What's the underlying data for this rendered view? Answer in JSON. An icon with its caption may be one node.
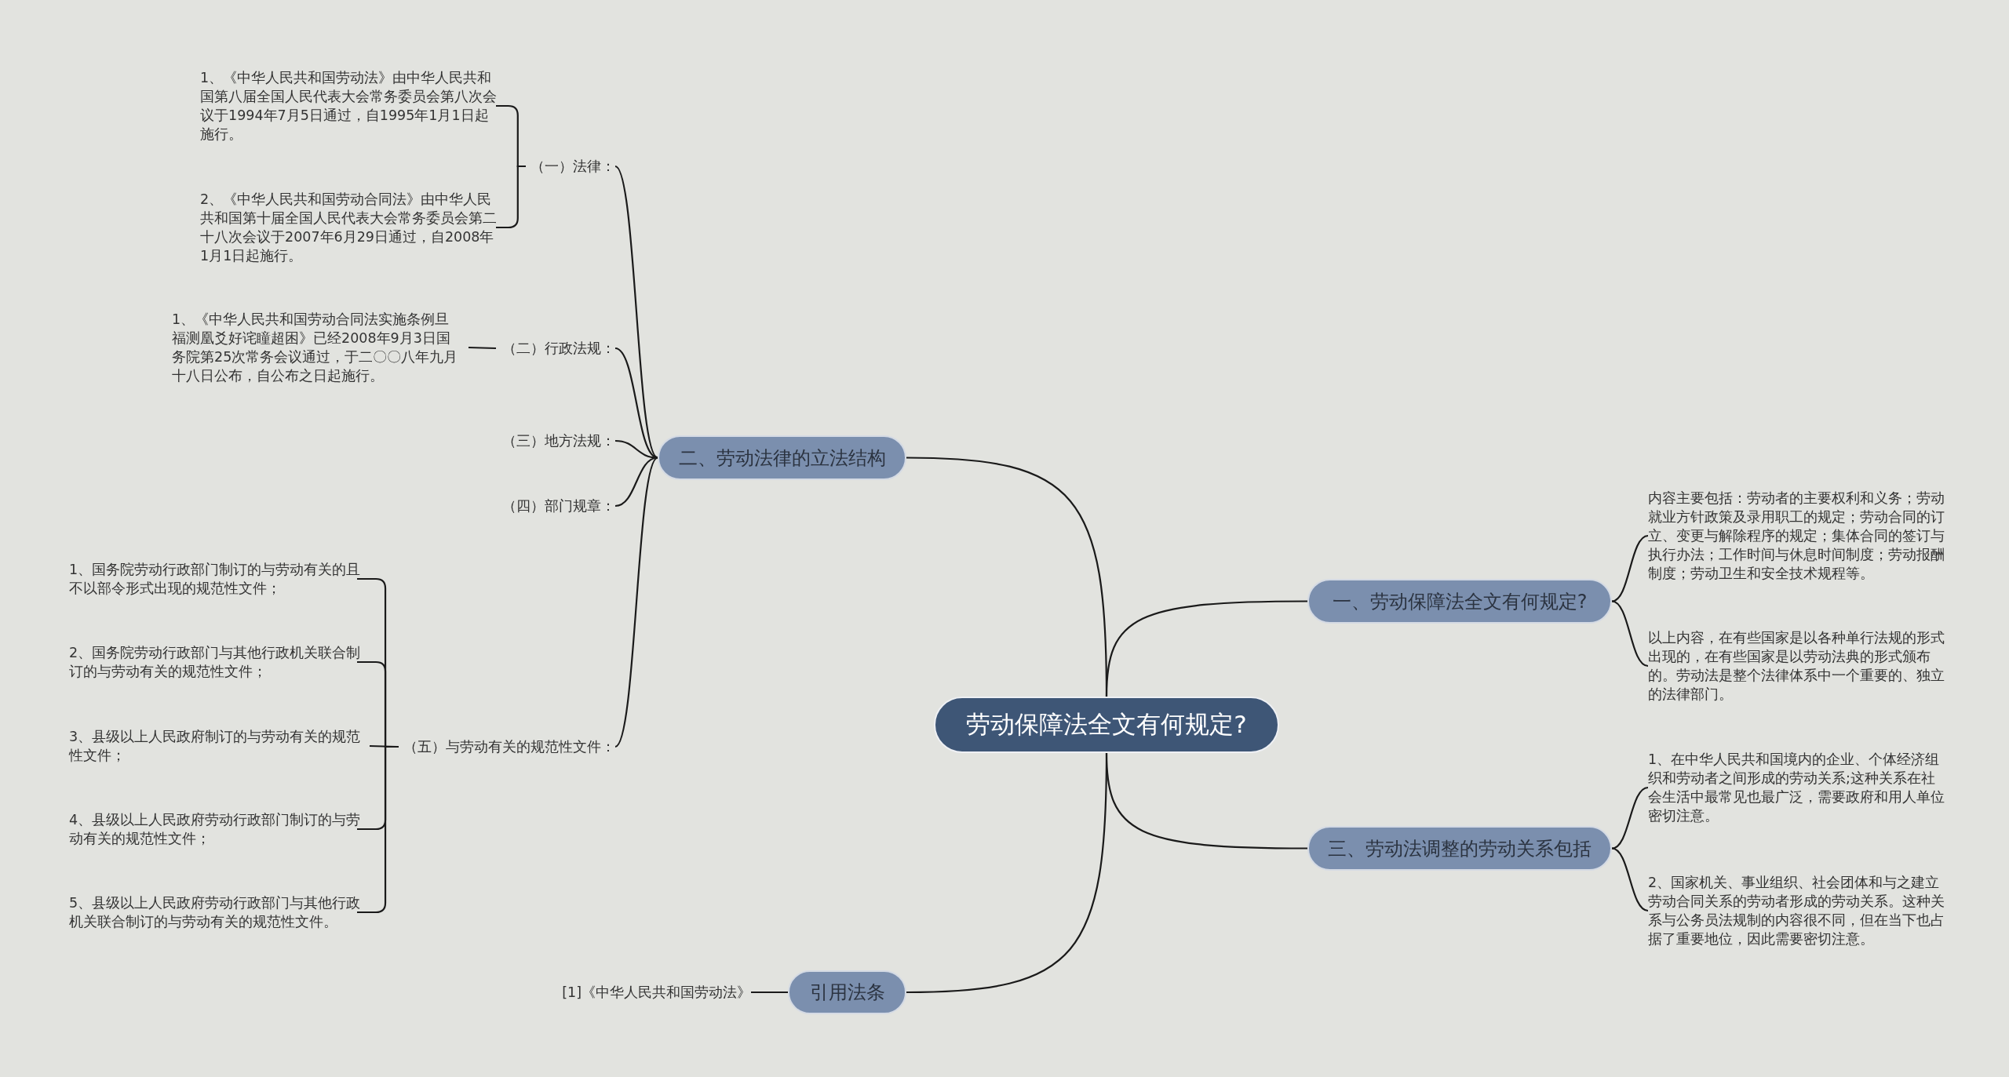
{
  "diagram": {
    "nodes": [
      {
        "text": [
          "劳动保障法全文有何规定?"
        ]
      },
      {
        "text": [
          "一、劳动保障法全文有何规定?"
        ]
      },
      {
        "text": [
          "内容主要包括：劳动者的主要权利和义务；劳动就业方针政策及录用职工的规定；劳动合同的订立、变更与解除程序的规定；集体合同的签订与执行办法；工作时间与休息时间制度；劳动报酬制度；劳动卫生和安全技术规程等。"
        ]
      },
      {
        "text": [
          "以上内容，在有些国家是以各种单行法规的形式出现的，在有些国家是以劳动法典的形式颁布的。劳动法是整个法律体系中一个重要的、独立的法律部门。"
        ]
      },
      {
        "text": [
          "二、劳动法律的立法结构"
        ]
      },
      {
        "text": [
          "（一）法律："
        ]
      },
      {
        "text": [
          "1、《中华人民共和国劳动法》由中华人民共和国第八届全国人民代表大会常务委员会第八次会议于1994年7月5日通过，自1995年1月1日起施行。"
        ]
      },
      {
        "text": [
          "2、《中华人民共和国劳动合同法》由中华人民共和国第十届全国人民代表大会常务委员会第二十八次会议于2007年6月29日通过，自2008年1月1日起施行。"
        ]
      },
      {
        "text": [
          "（二）行政法规："
        ]
      },
      {
        "text": [
          "1、《中华人民共和国劳动合同法实施条例旦福测凰爻好诧瞳超困》已经2008年9月3日国务院第25次常务会议通过，于二〇〇八年九月十八日公布，自公布之日起施行。"
        ]
      },
      {
        "text": [
          "（三）地方法规："
        ]
      },
      {
        "text": [
          "（四）部门规章："
        ]
      },
      {
        "text": [
          "（五）与劳动有关的规范性文件："
        ]
      },
      {
        "text": [
          "1、国务院劳动行政部门制订的与劳动有关的且不以部令形式出现的规范性文件；"
        ]
      },
      {
        "text": [
          "2、国务院劳动行政部门与其他行政机关联合制订的与劳动有关的规范性文件；"
        ]
      },
      {
        "text": [
          "3、县级以上人民政府制订的与劳动有关的规范性文件；"
        ]
      },
      {
        "text": [
          "4、县级以上人民政府劳动行政部门制订的与劳动有关的规范性文件；"
        ]
      },
      {
        "text": [
          "5、县级以上人民政府劳动行政部门与其他行政机关联合制订的与劳动有关的规范性文件。"
        ]
      },
      {
        "text": [
          "三、劳动法调整的劳动关系包括"
        ]
      },
      {
        "text": [
          "1、在中华人民共和国境内的企业、个体经济组织和劳动者之间形成的劳动关系;这种关系在社会生活中最常见也最广泛，需要政府和用人单位密切注意。"
        ]
      },
      {
        "text": [
          "2、国家机关、事业组织、社会团体和与之建立劳动合同关系的劳动者形成的劳动关系。这种关系与公务员法规制的内容很不同，但在当下也占据了重要地位，因此需要密切注意。"
        ]
      },
      {
        "text": [
          "引用法条"
        ]
      },
      {
        "text": [
          "[1]《中华人民共和国劳动法》"
        ]
      }
    ],
    "edges": [
      {
        "from": 0,
        "to": 1,
        "arrow": "none"
      },
      {
        "from": 0,
        "to": 4,
        "arrow": "none"
      },
      {
        "from": 0,
        "to": 18,
        "arrow": "none"
      },
      {
        "from": 0,
        "to": 21,
        "arrow": "none"
      },
      {
        "from": 1,
        "to": 2,
        "arrow": "none"
      },
      {
        "from": 1,
        "to": 3,
        "arrow": "none"
      },
      {
        "from": 4,
        "to": 5,
        "arrow": "none"
      },
      {
        "from": 4,
        "to": 8,
        "arrow": "none"
      },
      {
        "from": 4,
        "to": 10,
        "arrow": "none"
      },
      {
        "from": 4,
        "to": 11,
        "arrow": "none"
      },
      {
        "from": 4,
        "to": 12,
        "arrow": "none"
      },
      {
        "from": 5,
        "to": 6,
        "arrow": "none"
      },
      {
        "from": 5,
        "to": 7,
        "arrow": "none"
      },
      {
        "from": 8,
        "to": 9,
        "arrow": "none"
      },
      {
        "from": 12,
        "to": 13,
        "arrow": "none"
      },
      {
        "from": 12,
        "to": 14,
        "arrow": "none"
      },
      {
        "from": 12,
        "to": 15,
        "arrow": "none"
      },
      {
        "from": 12,
        "to": 16,
        "arrow": "none"
      },
      {
        "from": 12,
        "to": 17,
        "arrow": "none"
      },
      {
        "from": 18,
        "to": 19,
        "arrow": "none"
      },
      {
        "from": 18,
        "to": 20,
        "arrow": "none"
      },
      {
        "from": 21,
        "to": 22,
        "arrow": "none"
      }
    ]
  }
}
